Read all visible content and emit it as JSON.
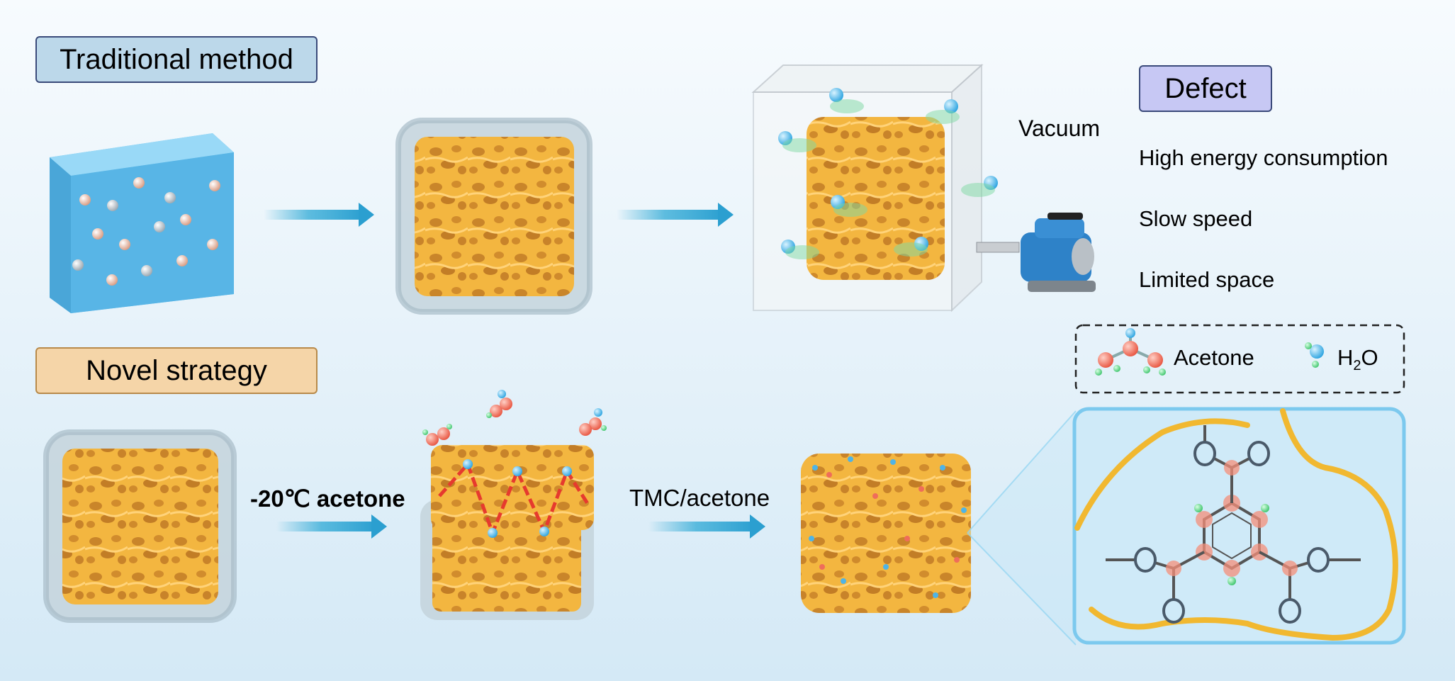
{
  "traditional_label": "Traditional method",
  "novel_label": "Novel strategy",
  "vacuum_label": "Vacuum",
  "defect": {
    "title": "Defect",
    "items": [
      "High energy consumption",
      "Slow speed",
      "Limited space"
    ]
  },
  "legend": {
    "acetone": "Acetone",
    "h2o_main": "H",
    "h2o_sub": "2",
    "h2o_tail": "O"
  },
  "step1_label": "-20℃ acetone",
  "step2_label": "TMC/acetone",
  "colors": {
    "sponge": "#f5b83d",
    "ice": "#b9cbd6",
    "water": "#5cb8e8",
    "arrow": "#3aaed8",
    "defect_bg": "#c7c8f4",
    "trad_bg": "#bcd8ea",
    "novel_bg": "#f5d5a8",
    "acetone_atom": "#ef6d5a",
    "h2o_atom": "#3fb3e6"
  }
}
